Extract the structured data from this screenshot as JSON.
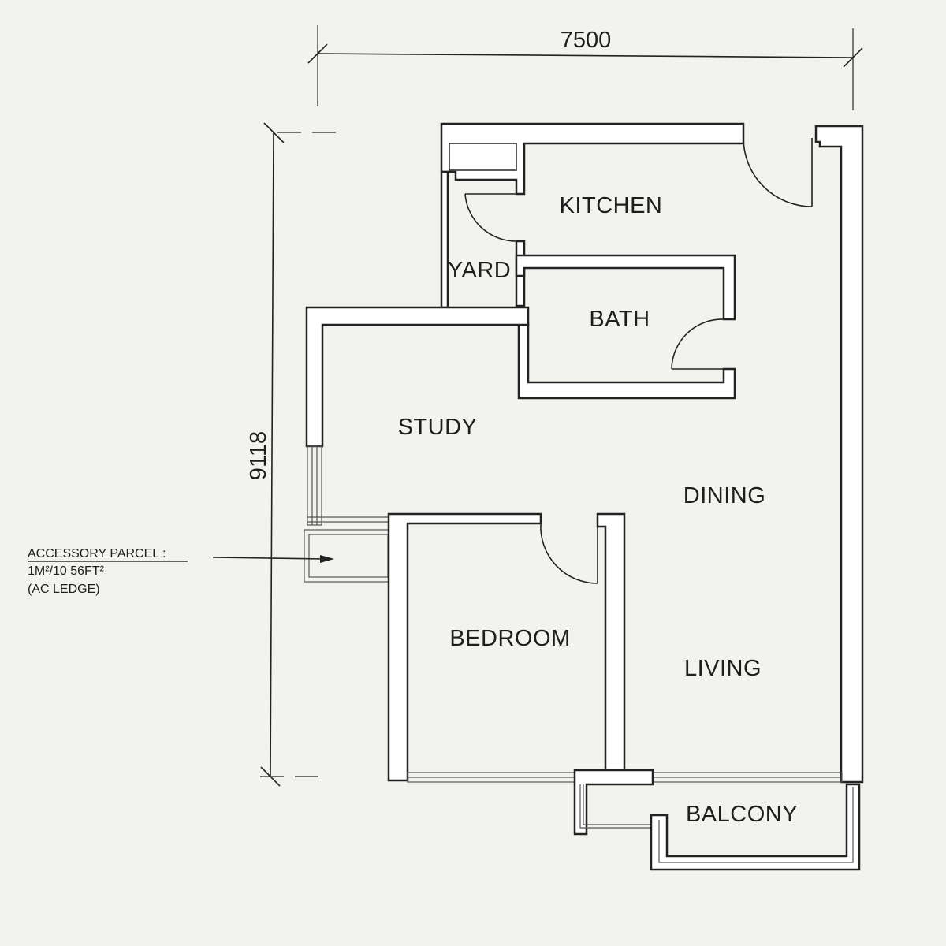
{
  "dimensions": {
    "width": "7500",
    "height": "9118"
  },
  "rooms": {
    "kitchen": "KITCHEN",
    "yard": "YARD",
    "bath": "BATH",
    "study": "STUDY",
    "dining": "DINING",
    "bedroom": "BEDROOM",
    "living": "LIVING",
    "balcony": "BALCONY"
  },
  "accessory_note": {
    "title": "ACCESSORY PARCEL :",
    "area": "1M²/10 56FT²",
    "type": "(AC LEDGE)"
  }
}
